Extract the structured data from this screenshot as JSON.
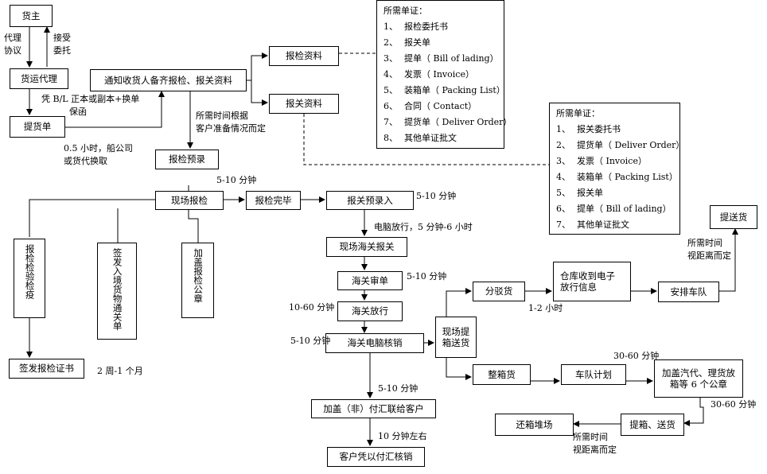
{
  "boxes": {
    "cargo_owner": "货主",
    "freight_agent": "货运代理",
    "bill_of_lading": "提货单",
    "notify_consignee": "通知收货人备齐报检、报关资料",
    "inspection_docs": "报检资料",
    "customs_docs": "报关资料",
    "pre_inspection": "报检预录",
    "onsite_inspection": "现场报检",
    "inspection_done": "报检完毕",
    "customs_preentry": "报关预录入",
    "onsite_customs": "现场海关报关",
    "customs_review": "海关审单",
    "customs_release": "海关放行",
    "customs_verify": "海关电脑核销",
    "stamp_forex": "加盖（非）付汇联给客户",
    "customer_forex": "客户凭以付汇核销",
    "inspect_quarantine": "报检检验检疫",
    "sign_entry_notice": "签发入境货物通关单",
    "stamp_inspection_seal": "加盖报检公章",
    "issue_certificate": "签发报检证书",
    "pickup_delivery_onsite": "现场提箱送货",
    "split_cargo": "分驳货",
    "warehouse_receive": "仓库收到电子放行信息",
    "arrange_fleet": "安排车队",
    "deliver_goods": "提送货",
    "full_container": "整箱货",
    "fleet_plan": "车队计划",
    "stamp_seals": "加盖汽代、理货放箱等 6 个公章",
    "pickup_send": "提箱、送货",
    "return_container": "还箱堆场"
  },
  "labels": {
    "agency_agreement": "代理\n协议",
    "accept_commission": "接受\n委托",
    "bl_exchange": "凭 B/L 正本或副本+换单\n          保函",
    "half_hour": "0.5 小时，船公司\n或货代换取",
    "time_by_customer": "所需时间根据\n客户准备情况而定",
    "t_5_10_a": "5-10 分钟",
    "t_5_10_b": "5-10 分钟",
    "computer_release": "电脑放行，5 分钟-6 小时",
    "t_5_10_c": "5-10 分钟",
    "t_10_60": "10-60 分钟",
    "t_5_10_d": "5-10 分钟",
    "t_5_10_e": "5-10 分钟",
    "t_10_around": "10 分钟左右",
    "two_weeks": "2 周-1 个月",
    "t_1_2h": "1-2 小时",
    "time_by_distance_a": "所需时间\n视距离而定",
    "t_30_60_a": "30-60 分钟",
    "t_30_60_b": "30-60 分钟",
    "time_by_distance_b": "所需时间\n视距离而定"
  },
  "doc_list_inspection": {
    "title": "所需单证：",
    "items": [
      {
        "num": "1、",
        "text": "报检委托书"
      },
      {
        "num": "2、",
        "text": "报关单"
      },
      {
        "num": "3、",
        "text": "提单（ Bill of lading）"
      },
      {
        "num": "4、",
        "text": "发票（ Invoice）"
      },
      {
        "num": "5、",
        "text": "装箱单（ Packing List）"
      },
      {
        "num": "6、",
        "text": "合同（ Contact）"
      },
      {
        "num": "7、",
        "text": "提货单（ Deliver Order）"
      },
      {
        "num": "8、",
        "text": "其他单证批文"
      }
    ]
  },
  "doc_list_customs": {
    "title": "所需单证：",
    "items": [
      {
        "num": "1、",
        "text": "报关委托书"
      },
      {
        "num": "2、",
        "text": "提货单（ Deliver Order）"
      },
      {
        "num": "3、",
        "text": "发票（ Invoice）"
      },
      {
        "num": "4、",
        "text": "装箱单（ Packing List）"
      },
      {
        "num": "5、",
        "text": "报关单"
      },
      {
        "num": "6、",
        "text": "提单（ Bill of lading）"
      },
      {
        "num": "7、",
        "text": "其他单证批文"
      }
    ]
  }
}
